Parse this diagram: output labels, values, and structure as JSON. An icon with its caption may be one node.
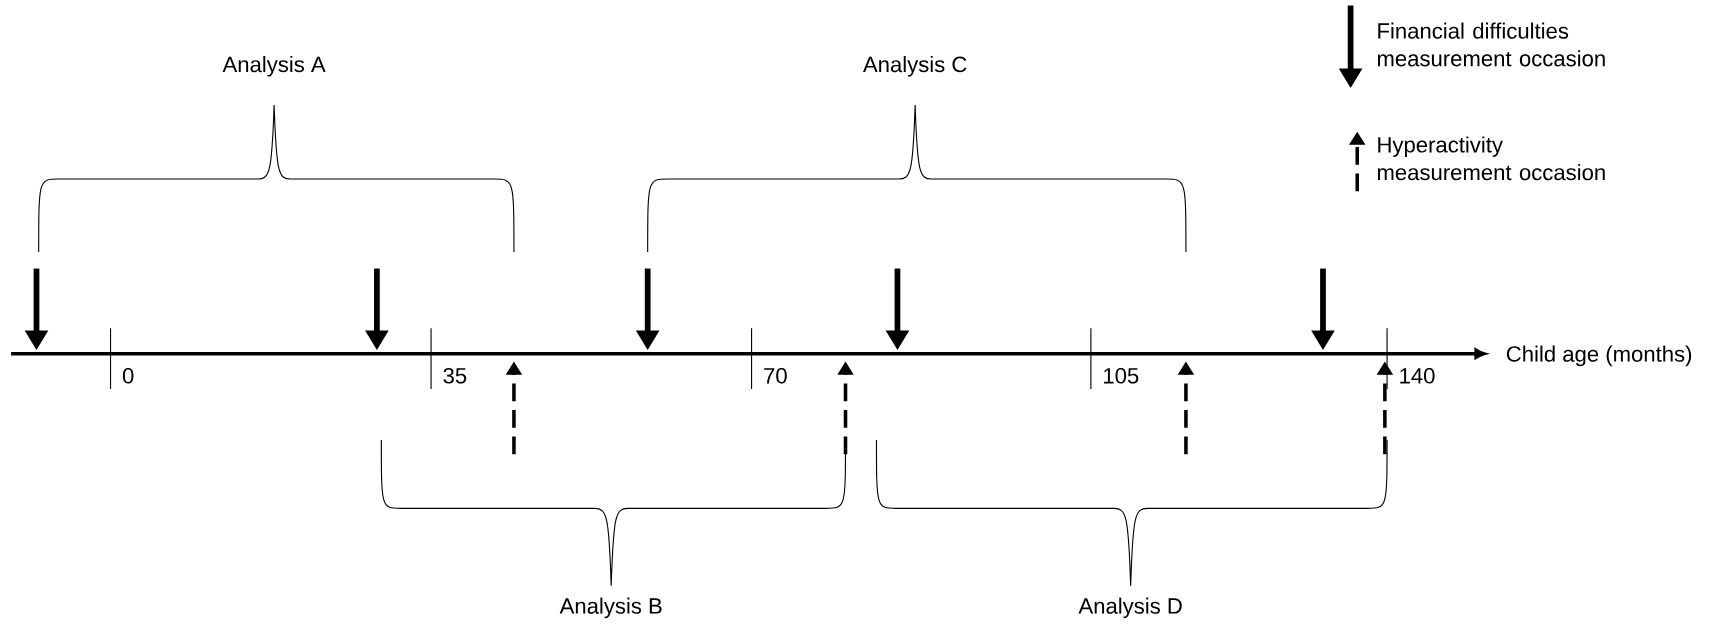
{
  "diagram": {
    "labels": [
      "Analysis A",
      "Analysis C",
      "0",
      "35",
      "70",
      "105",
      "140",
      "Child age (months)",
      "Analysis B",
      "Analysis D"
    ],
    "legend": [
      {
        "text": "Financial difficulties measurement occasion"
      },
      {
        "text": "Hyperactivity measurement occasion"
      }
    ]
  }
}
